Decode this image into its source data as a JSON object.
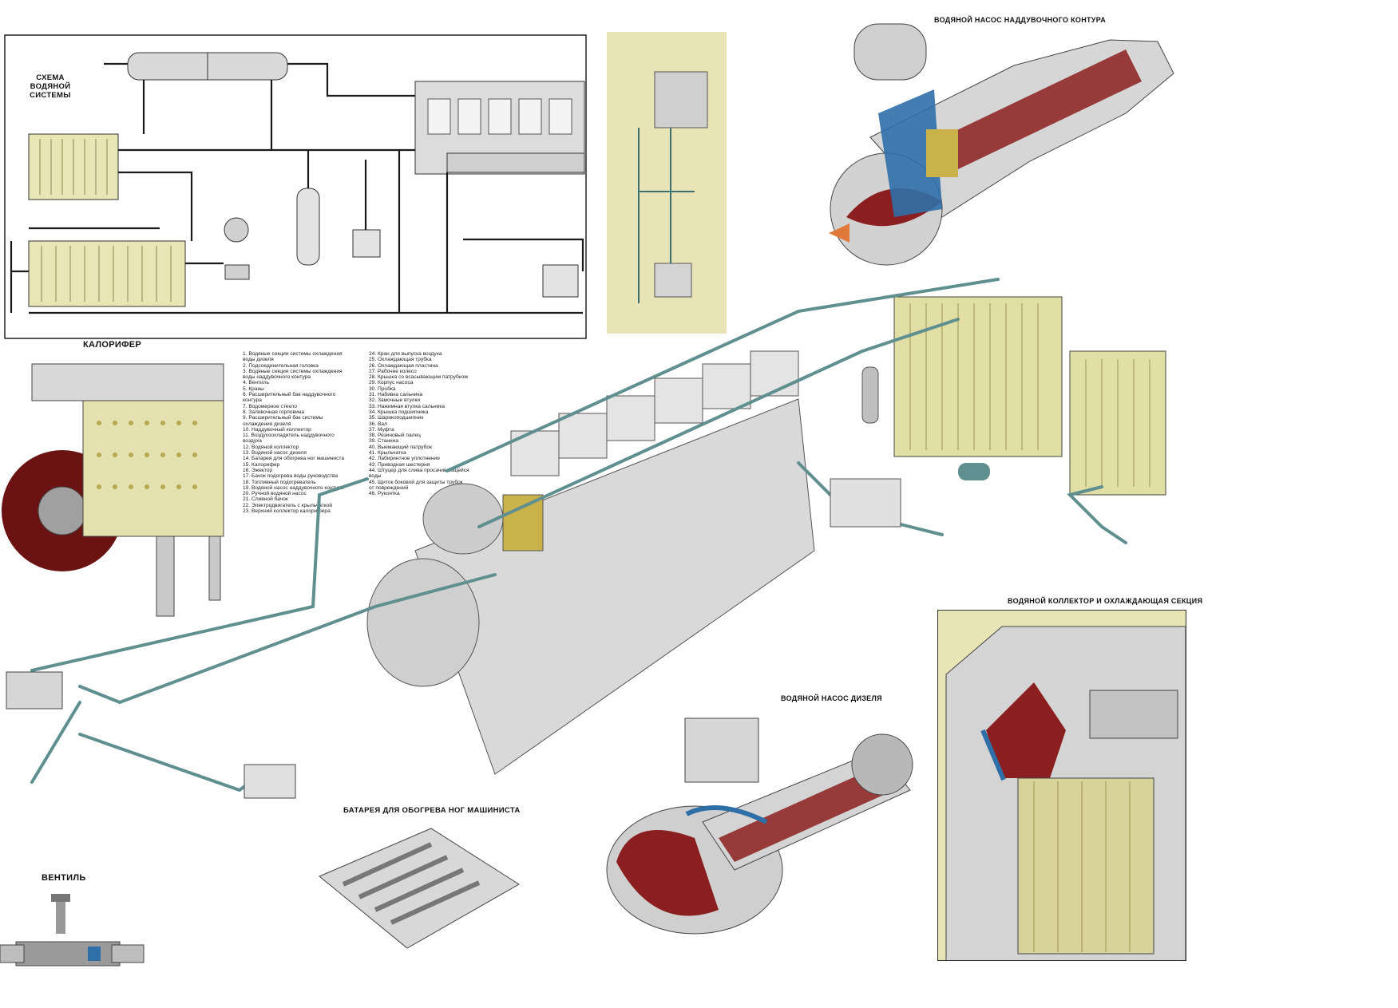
{
  "titles": {
    "scheme": "СХЕМА ВОДЯНОЙ СИСТЕМЫ",
    "heater": "КАЛОРИФЕР",
    "valve": "ВЕНТИЛЬ",
    "foot_battery": "БАТАРЕЯ ДЛЯ ОБОГРЕВА НОГ МАШИНИСТА",
    "boost_pump": "ВОДЯНОЙ НАСОС НАДДУВОЧНОГО КОНТУРА",
    "collector": "ВОДЯНОЙ КОЛЛЕКТОР И ОХЛАЖДАЮЩАЯ СЕКЦИЯ",
    "diesel_pump": "ВОДЯНОЙ НАСОС ДИЗЕЛЯ"
  },
  "legend_col1": [
    "1. Водяные секции системы охлаждения",
    "   воды дизеля",
    "2. Подсоединительная головка",
    "3. Водяные секции системы охлаждения",
    "   воды наддувочного контура",
    "4. Вентиль",
    "5. Краны",
    "6. Расширительный бак наддувочного",
    "   контура",
    "7. Водомерное стекло",
    "8. Заливочная горловина",
    "9. Расширительный бак системы",
    "   охлаждения дизеля",
    "10. Наддувочный коллектор",
    "11. Воздухоохладитель наддувочного",
    "    воздуха",
    "12. Водяной коллектор",
    "13. Водяной насос дизеля",
    "14. Батарея для обогрева ног машиниста",
    "15. Калорифер",
    "16. Эжектор",
    "17. Бачок подогрева воды руководства",
    "18. Топливный подогреватель",
    "19. Водяной насос наддувочного контура",
    "20. Ручной водяной насос",
    "21. Сливной бачок",
    "22. Электродвигатель с крыльчаткой",
    "23. Верхний коллектор калорифера"
  ],
  "legend_col2": [
    "24. Кран для выпуска воздуха",
    "25. Охлаждающая трубка",
    "26. Охлаждающая пластина",
    "27. Рабочее колесо",
    "28. Крышка со всасывающим патрубком",
    "29. Корпус насоса",
    "30. Пробка",
    "31. Набивка сальника",
    "32. Замочные втулки",
    "33. Нажимная втулка сальника",
    "34. Крышка подшипника",
    "35. Шарикоподшипник",
    "36. Вал",
    "37. Муфта",
    "38. Резиновый палец",
    "39. Станина",
    "40. Выемающий патрубок",
    "41. Крыльчатка",
    "42. Лабиринтное уплотнение",
    "43. Приводная шестерня",
    "44. Штуцер для слива просачивающейся",
    "    воды",
    "45. Щиток боковой для защиты трубок",
    "    от повреждений",
    "46. Рукоятка"
  ],
  "colors": {
    "pipe": "#5f8f8f",
    "cut_red": "#8b1e1e",
    "cut_blue": "#2f6fa8",
    "radiator_yellow": "#d8d58c",
    "metal_grey": "#c8c8c8",
    "paper_tan": "#e9e4b6"
  },
  "icons": [
    "flow-arrow-icon",
    "valve-icon",
    "pump-icon"
  ]
}
